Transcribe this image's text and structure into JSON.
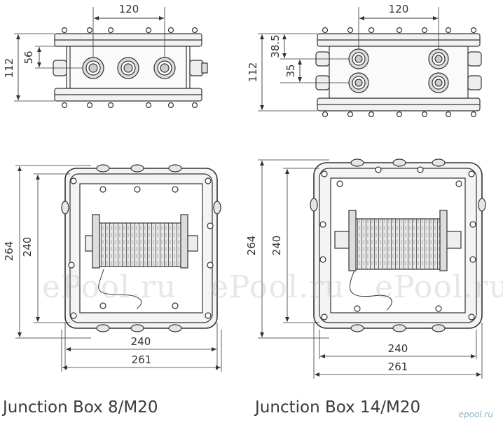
{
  "captions": {
    "left": "Junction Box 8/M20",
    "right": "Junction Box 14/M20"
  },
  "watermark": "ePool.ru",
  "logo": "epool.ru",
  "left_box": {
    "top_view": {
      "width_dim": "120",
      "height_dim": "112",
      "inner_dim": "56",
      "glands": 3
    },
    "front_view": {
      "height_outer": "264",
      "height_inner": "240",
      "width_inner": "240",
      "width_outer": "261"
    }
  },
  "right_box": {
    "top_view": {
      "width_dim": "120",
      "height_dim": "112",
      "dim_a": "38.5",
      "dim_b": "35",
      "glands": 4
    },
    "front_view": {
      "height_outer": "264",
      "height_inner": "240",
      "width_inner": "240",
      "width_outer": "261"
    }
  },
  "colors": {
    "line": "#333333",
    "fill": "#f2f2f2",
    "dark": "#555555"
  }
}
